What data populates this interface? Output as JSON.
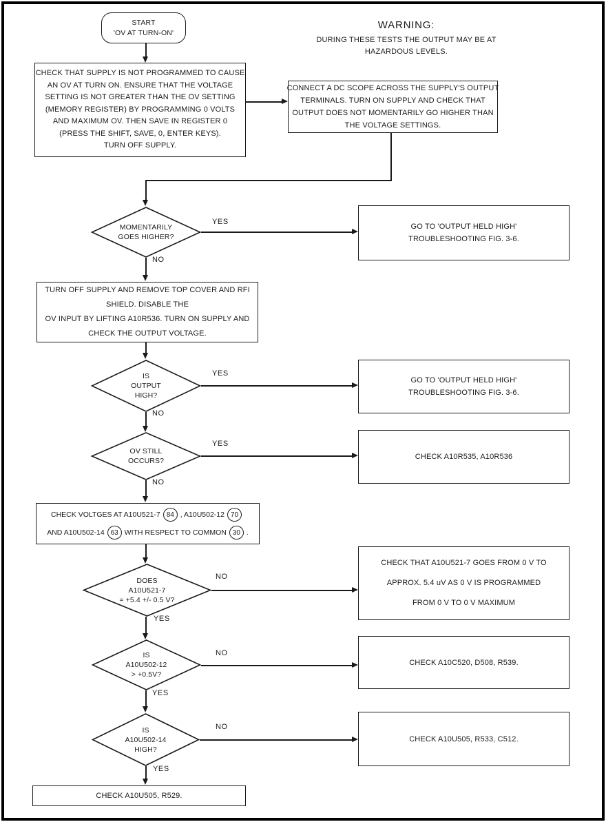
{
  "labels": {
    "yes": "YES",
    "no": "NO"
  },
  "warning": {
    "title": "WARNING:",
    "lines": [
      "DURING THESE TESTS THE OUTPUT MAY BE AT",
      "HAZARDOUS LEVELS."
    ]
  },
  "start": {
    "lines": [
      "START",
      "'OV AT TURN-ON'"
    ]
  },
  "process": {
    "check_supply": {
      "lines": [
        "CHECK THAT SUPPLY IS NOT PROGRAMMED TO CAUSE",
        "AN OV AT TURN ON. ENSURE THAT THE VOLTAGE",
        "SETTING IS NOT GREATER THAN THE OV SETTING",
        "(MEMORY REGISTER) BY PROGRAMMING 0 VOLTS",
        "AND MAXIMUM OV. THEN SAVE IN REGISTER 0",
        "(PRESS THE SHIFT, SAVE, 0, ENTER KEYS).",
        "TURN OFF SUPPLY."
      ]
    },
    "connect_scope": {
      "lines": [
        "CONNECT A DC SCOPE ACROSS THE SUPPLY'S OUTPUT",
        "TERMINALS. TURN ON SUPPLY AND CHECK THAT",
        "OUTPUT DOES NOT MOMENTARILY GO HIGHER THAN",
        "THE VOLTAGE SETTINGS."
      ]
    },
    "turn_off_supply": {
      "lines": [
        "TURN OFF SUPPLY AND REMOVE TOP COVER AND RFI",
        "SHIELD.  DISABLE THE",
        "OV INPUT BY LIFTING A10R536. TURN ON SUPPLY AND",
        "CHECK THE OUTPUT VOLTAGE."
      ]
    },
    "check_voltages": {
      "seg1": "CHECK VOLTGES AT A10U521-7",
      "tp1": "84",
      "seg2": ", A10U502-12",
      "tp2": "70",
      "seg3": "AND A10U502-14",
      "tp3": "63",
      "seg4": "WITH RESPECT TO COMMON",
      "tp4": "30",
      "seg5": "."
    },
    "final_check": {
      "text": "CHECK A10U505, R529."
    }
  },
  "decisions": {
    "momentarily": {
      "lines": [
        "MOMENTARILY",
        "GOES HIGHER?"
      ]
    },
    "is_output_high": {
      "lines": [
        "IS",
        "OUTPUT",
        "HIGH?"
      ]
    },
    "ov_still_occurs": {
      "lines": [
        "OV STILL",
        "OCCURS?"
      ]
    },
    "does_u521": {
      "lines": [
        "DOES",
        "A10U521-7",
        "= +5.4 +/- 0.5 V?"
      ]
    },
    "is_u502_12": {
      "lines": [
        "IS",
        "A10U502-12",
        "> +0.5V?"
      ]
    },
    "is_u502_14": {
      "lines": [
        "IS",
        "A10U502-14",
        "HIGH?"
      ]
    }
  },
  "results": {
    "goto_fig36_1": {
      "lines": [
        "GO TO 'OUTPUT HELD HIGH'",
        "TROUBLESHOOTING FIG. 3-6."
      ]
    },
    "goto_fig36_2": {
      "lines": [
        "GO TO 'OUTPUT HELD HIGH'",
        "TROUBLESHOOTING FIG. 3-6."
      ]
    },
    "check_r535": {
      "text": "CHECK A10R535, A10R536"
    },
    "check_u521_range": {
      "lines": [
        "CHECK THAT A10U521-7 GOES FROM 0 V TO",
        "APPROX. 5.4 uV AS 0 V IS PROGRAMMED",
        "FROM 0 V TO 0 V MAXIMUM"
      ]
    },
    "check_c520": {
      "text": "CHECK A10C520, D508, R539."
    },
    "check_u505": {
      "text": "CHECK A10U505, R533, C512."
    }
  }
}
